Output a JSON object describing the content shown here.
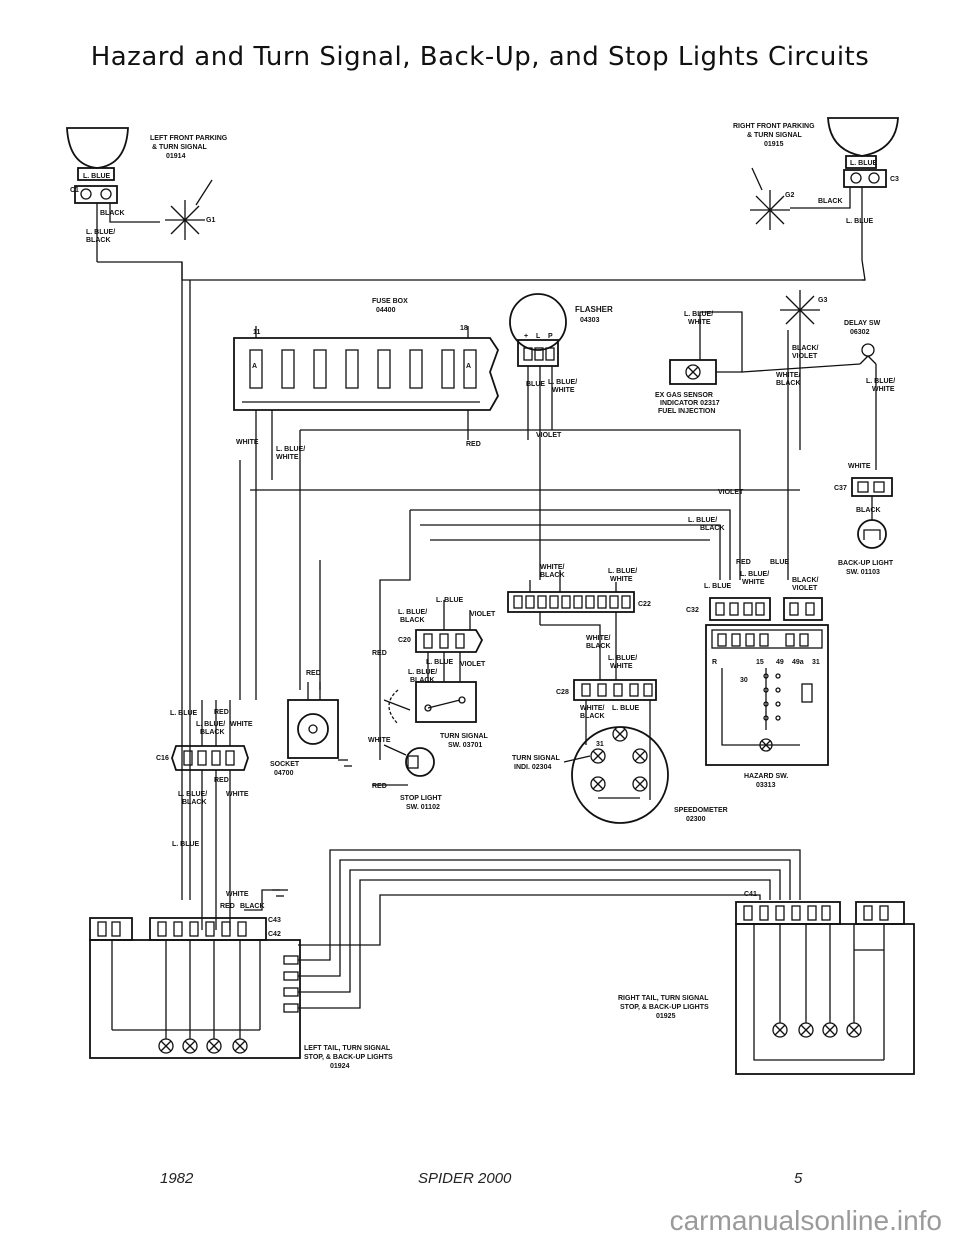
{
  "title": "Hazard and Turn Signal, Back-Up, and Stop Lights Circuits",
  "footer": {
    "year": "1982",
    "model": "SPIDER 2000",
    "page": "5"
  },
  "watermark": "carmanualsonline.info",
  "components": {
    "lf_parking": [
      "LEFT FRONT PARKING",
      "& TURN SIGNAL",
      "01914"
    ],
    "rf_parking": [
      "RIGHT FRONT PARKING",
      "& TURN SIGNAL",
      "01915"
    ],
    "fuse_box": [
      "FUSE BOX",
      "04400"
    ],
    "flasher": [
      "FLASHER",
      "04303"
    ],
    "exgas": [
      "EX GAS SENSOR",
      "INDICATOR 02317",
      "FUEL INJECTION"
    ],
    "delay_sw": [
      "DELAY SW",
      "06302"
    ],
    "backup_sw": [
      "BACK-UP LIGHT",
      "SW. 01103"
    ],
    "socket": [
      "SOCKET",
      "04700"
    ],
    "stoplight_sw": [
      "STOP LIGHT",
      "SW. 01102"
    ],
    "turn_signal_sw": [
      "TURN SIGNAL",
      "SW. 03701"
    ],
    "turn_signal_ind": [
      "TURN SIGNAL",
      "INDI. 02304"
    ],
    "speedometer": [
      "SPEEDOMETER",
      "02300"
    ],
    "hazard_sw": [
      "HAZARD SW.",
      "03313"
    ],
    "left_tail": [
      "LEFT TAIL, TURN SIGNAL",
      "STOP, & BACK-UP LIGHTS",
      "01924"
    ],
    "right_tail": [
      "RIGHT TAIL, TURN SIGNAL",
      "STOP, & BACK-UP LIGHTS",
      "01925"
    ]
  },
  "connectors": {
    "c1": "C1",
    "c3": "C3",
    "g1": "G1",
    "g2": "G2",
    "g3": "G3",
    "c16": "C16",
    "c20": "C20",
    "c22": "C22",
    "c28": "C28",
    "c32": "C32",
    "c37": "C37",
    "c41": "C41",
    "c42": "C42",
    "c43": "C43",
    "fuse_11": "11",
    "fuse_18": "18",
    "a": "A",
    "haz_15": "15",
    "haz_30": "30",
    "haz_49": "49",
    "haz_49a": "49a",
    "haz_31": "31",
    "ind_31": "31",
    "flasher_pins": [
      "+",
      "L",
      "P"
    ]
  },
  "wire_labels": {
    "lblue": "L. BLUE",
    "black": "BLACK",
    "lblue_black": [
      "L. BLUE/",
      "BLACK"
    ],
    "lblue_white": [
      "L. BLUE/",
      "WHITE"
    ],
    "white": "WHITE",
    "red": "RED",
    "violet": "VIOLET",
    "blue": "BLUE",
    "white_black": [
      "WHITE/",
      "BLACK"
    ],
    "black_violet": [
      "BLACK/",
      "VIOLET"
    ],
    "lblue_white_b": [
      "L. BLUE/",
      "WHITE"
    ]
  }
}
